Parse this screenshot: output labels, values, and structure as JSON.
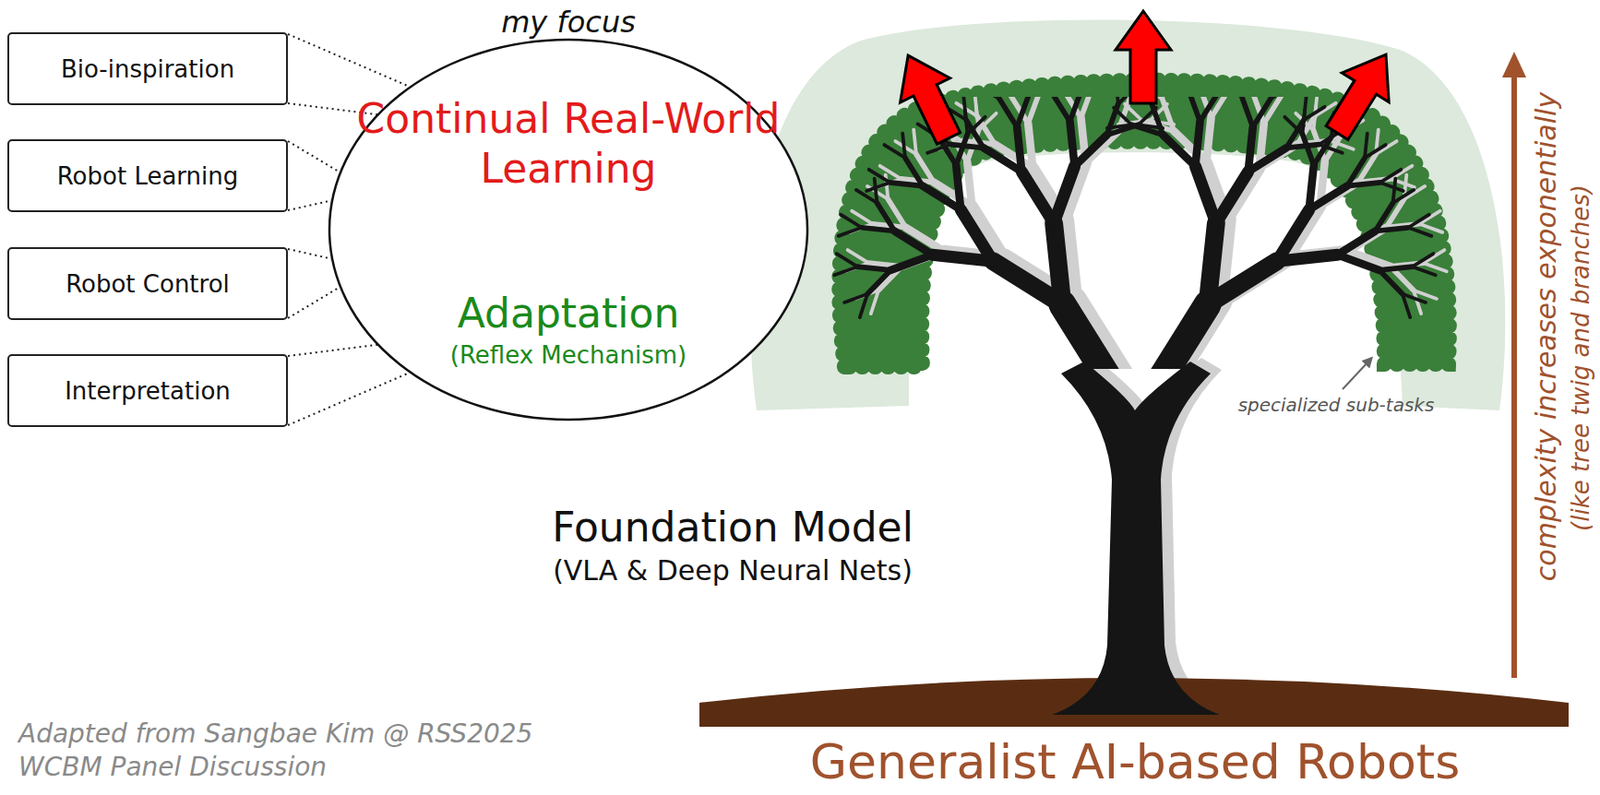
{
  "diagram": {
    "nodes": [
      {
        "text": [
          "Bio-inspiration"
        ]
      },
      {
        "text": [
          "Robot Learning"
        ]
      },
      {
        "text": [
          "Robot Control"
        ]
      },
      {
        "text": [
          "Interpretation"
        ]
      },
      {
        "text": [
          "my focus",
          "Continual Real-World Learning",
          "Adaptation",
          "(Reflex Mechanism)"
        ]
      }
    ],
    "edges": [
      {
        "from": 0,
        "to": 4,
        "arrow": "none"
      },
      {
        "from": 1,
        "to": 4,
        "arrow": "none"
      },
      {
        "from": 2,
        "to": 4,
        "arrow": "none"
      },
      {
        "from": 3,
        "to": 4,
        "arrow": "none"
      }
    ],
    "labels": [
      "Foundation Model",
      "(VLA & Deep Neural Nets)",
      "specialized sub-tasks",
      "complexity increases exponentially",
      "(like tree twig and branches)",
      "Generalist AI-based Robots",
      "Adapted from Sangbae Kim @ RSS2025 WCBM Panel Discussion"
    ]
  }
}
